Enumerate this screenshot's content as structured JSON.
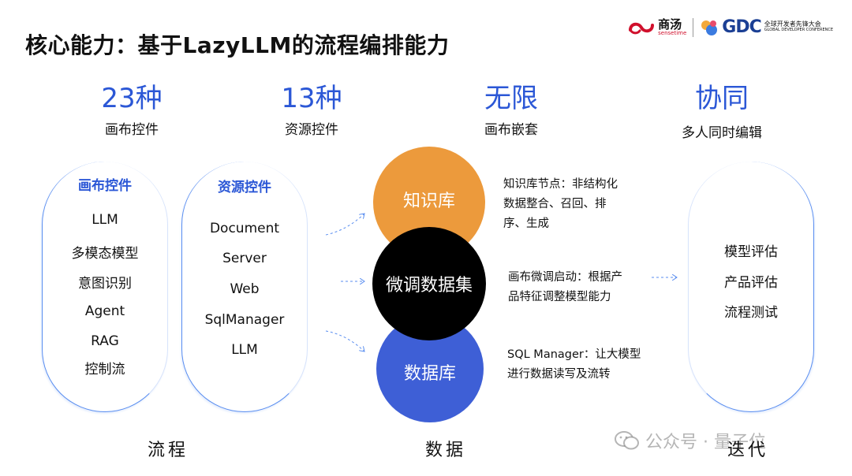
{
  "title": "核心能力：基于LazyLLM的流程编排能力",
  "logos": {
    "sensetime_cn": "商汤",
    "sensetime_en": "sensetime",
    "gdc_word": "GDC",
    "gdc_cn": "全球开发者先锋大会",
    "gdc_en": "GLOBAL DEVELOPER CONFERENCE"
  },
  "stats": [
    {
      "num": "23种",
      "sub": "画布控件"
    },
    {
      "num": "13种",
      "sub": "资源控件"
    },
    {
      "num": "无限",
      "sub": "画布嵌套"
    },
    {
      "num": "协同",
      "sub": "多人同时编辑"
    }
  ],
  "canvas_controls": {
    "title": "画布控件",
    "items": [
      "LLM",
      "多模态模型",
      "意图识别",
      "Agent",
      "RAG",
      "控制流"
    ]
  },
  "resource_controls": {
    "title": "资源控件",
    "items": [
      "Document",
      "Server",
      "Web",
      "SqlManager",
      "LLM"
    ]
  },
  "circles": {
    "knowledge": "知识库",
    "finetune": "微调数据集",
    "database": "数据库"
  },
  "descriptions": {
    "knowledge": [
      "知识库节点：非结构化",
      "数据整合、召回、排",
      "序、生成"
    ],
    "finetune": [
      "画布微调启动：根据产",
      "品特征调整模型能力"
    ],
    "database": [
      "SQL Manager：让大模型",
      "进行数据读写及流转"
    ]
  },
  "iteration_items": [
    "模型评估",
    "产品评估",
    "流程测试"
  ],
  "bottom_labels": {
    "flow": "流程",
    "data": "数据",
    "iterate": "迭代"
  },
  "watermark": "公众号 · 量子位",
  "colors": {
    "accent_blue": "#2b57d6",
    "orange": "#ec9a3c",
    "circle_blue": "#3e5fd6",
    "black": "#000000"
  }
}
